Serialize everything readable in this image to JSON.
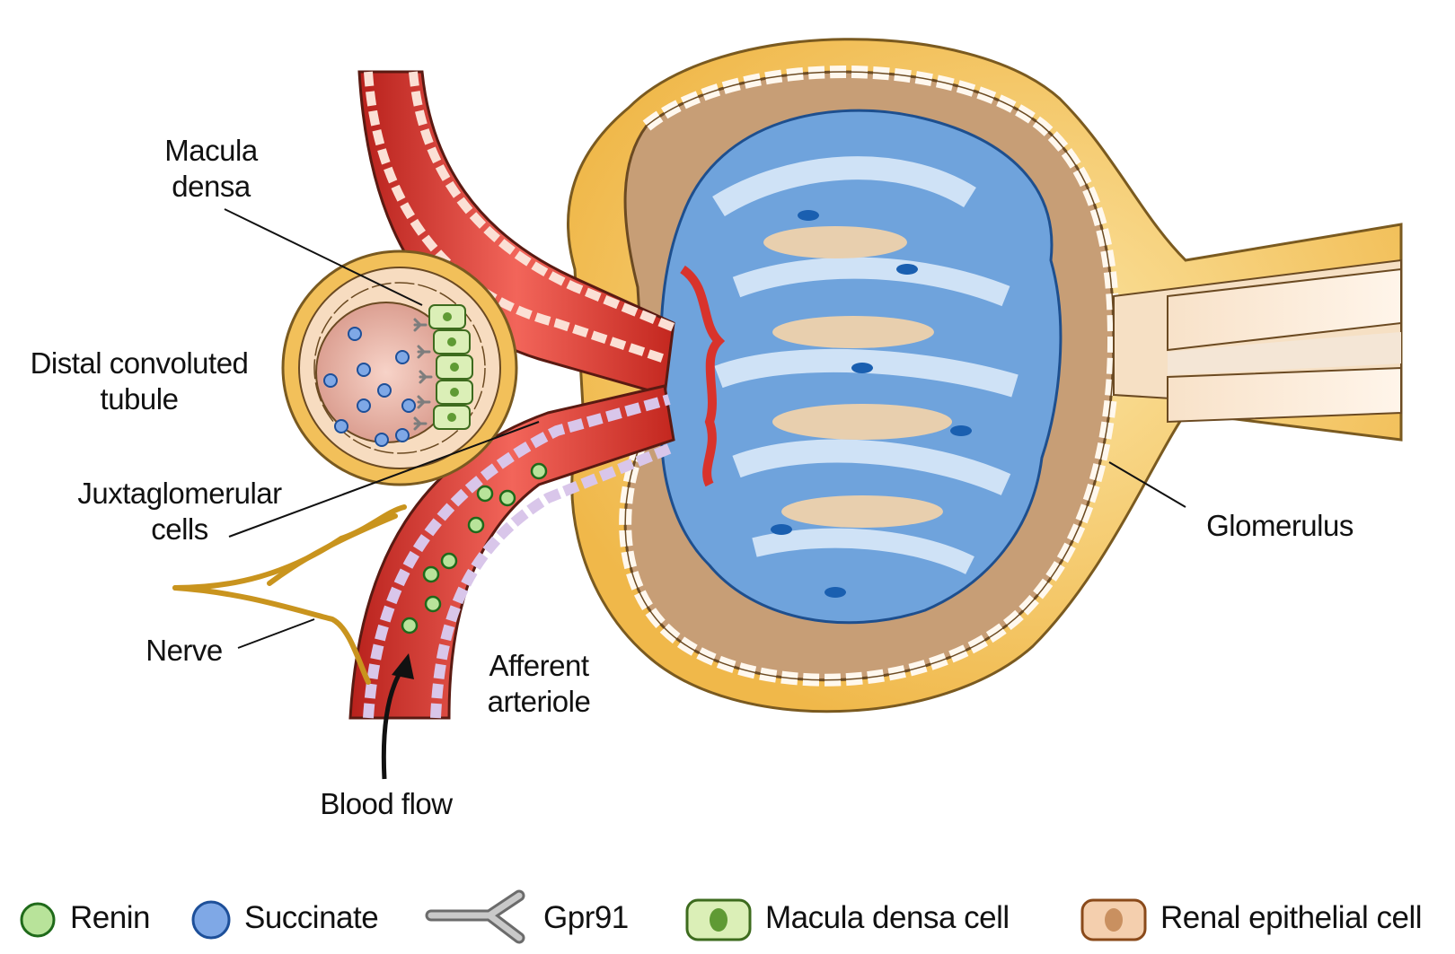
{
  "labels": {
    "macula_densa": [
      "Macula",
      "densa"
    ],
    "distal_convoluted_tubule": [
      "Distal convoluted",
      "tubule"
    ],
    "juxtaglomerular_cells": [
      "Juxtaglomerular",
      "cells"
    ],
    "nerve": "Nerve",
    "afferent_arteriole": [
      "Afferent",
      "arteriole"
    ],
    "blood_flow": "Blood flow",
    "glomerulus": "Glomerulus"
  },
  "legend": {
    "renin": "Renin",
    "succinate": "Succinate",
    "gpr91": "Gpr91",
    "macula_densa_cell": "Macula densa cell",
    "renal_epithelial_cell": "Renal epithelial cell"
  },
  "colors": {
    "renin": "#b8e39a",
    "succinate": "#7fa8e6",
    "gpr91": "#9a9a9a",
    "macula_densa_cell": "#dbefb7",
    "renal_epithelial_cell": "#f4cfae",
    "capsule": "#f2c05a",
    "capsule_inner": "#c9a27b",
    "glomerulus": "#6ea0d8",
    "vessel": "#d8332c",
    "nerve": "#e8b84a"
  }
}
